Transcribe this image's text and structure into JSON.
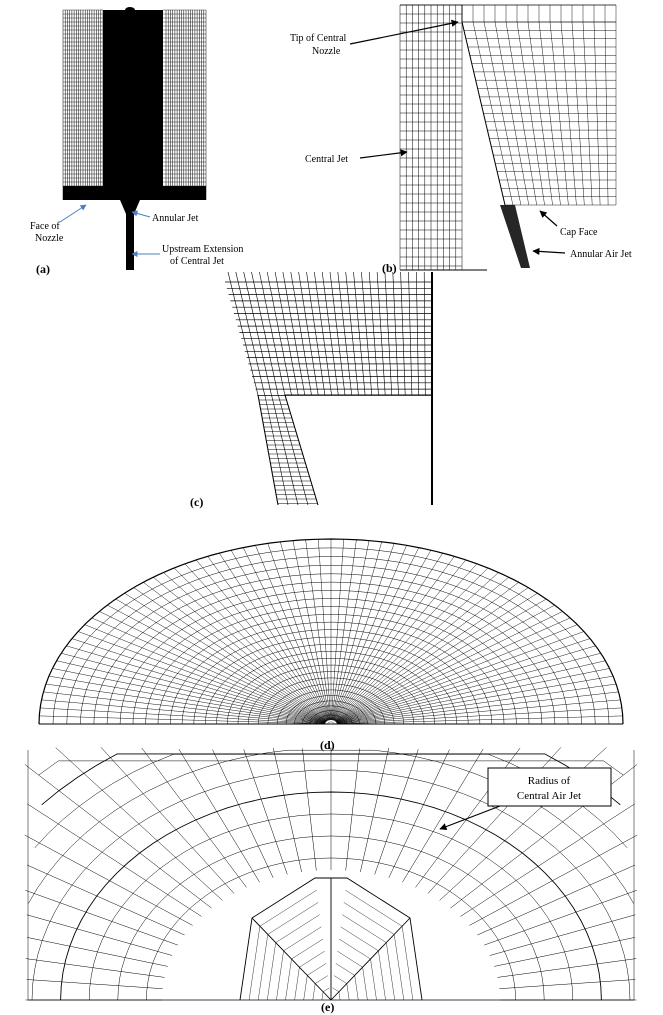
{
  "panel_a": {
    "label": "(a)",
    "annotations": {
      "face_of_nozzle_1": "Face of",
      "face_of_nozzle_2": "Nozzle",
      "annular_jet": "Annular Jet",
      "upstream_1": "Upstream Extension",
      "upstream_2": "of Central Jet"
    },
    "arrow_color": "#4a7fc1"
  },
  "panel_b": {
    "label": "(b)",
    "annotations": {
      "tip_1": "Tip of Central",
      "tip_2": "Nozzle",
      "central_jet": "Central Jet",
      "cap_face": "Cap Face",
      "annular_air_jet": "Annular Air Jet"
    }
  },
  "panel_c": {
    "label": "(c)"
  },
  "panel_d": {
    "label": "(d)"
  },
  "panel_e": {
    "label": "(e)",
    "annotations": {
      "radius_1": "Radius of",
      "radius_2": "Central Air Jet"
    }
  }
}
